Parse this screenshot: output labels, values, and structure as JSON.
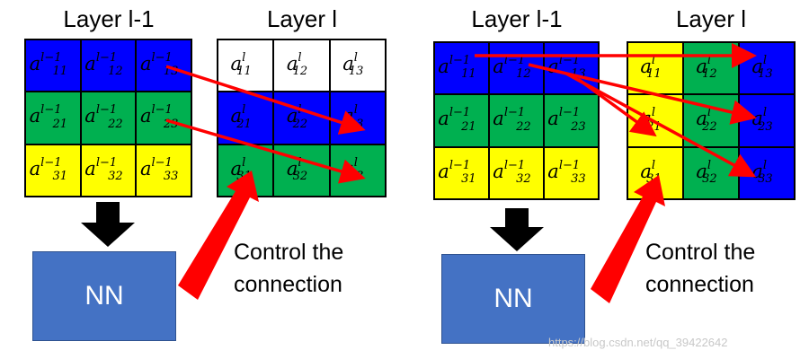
{
  "colors": {
    "blue": "#0000FF",
    "green": "#00B050",
    "yellow": "#FFFF00",
    "white": "#FFFFFF",
    "nn_box": "#4472C4",
    "arrow_red": "#FF0000",
    "arrow_black": "#000000"
  },
  "left_panel": {
    "input_title": "Layer l-1",
    "output_title": "Layer l",
    "input_rows": [
      [
        {
          "base": "a",
          "sup": "l−1",
          "sub": "11",
          "color": "blue"
        },
        {
          "base": "a",
          "sup": "l−1",
          "sub": "12",
          "color": "blue"
        },
        {
          "base": "a",
          "sup": "l−1",
          "sub": "13",
          "color": "blue"
        }
      ],
      [
        {
          "base": "a",
          "sup": "l−1",
          "sub": "21",
          "color": "green"
        },
        {
          "base": "a",
          "sup": "l−1",
          "sub": "22",
          "color": "green"
        },
        {
          "base": "a",
          "sup": "l−1",
          "sub": "23",
          "color": "green"
        }
      ],
      [
        {
          "base": "a",
          "sup": "l−1",
          "sub": "31",
          "color": "yellow"
        },
        {
          "base": "a",
          "sup": "l−1",
          "sub": "32",
          "color": "yellow"
        },
        {
          "base": "a",
          "sup": "l−1",
          "sub": "33",
          "color": "yellow"
        }
      ]
    ],
    "output_rows": [
      [
        {
          "base": "a",
          "sup": "l",
          "sub": "11",
          "color": "white"
        },
        {
          "base": "a",
          "sup": "l",
          "sub": "12",
          "color": "white"
        },
        {
          "base": "a",
          "sup": "l",
          "sub": "13",
          "color": "white"
        }
      ],
      [
        {
          "base": "a",
          "sup": "l",
          "sub": "21",
          "color": "blue"
        },
        {
          "base": "a",
          "sup": "l",
          "sub": "22",
          "color": "blue"
        },
        {
          "base": "a",
          "sup": "l",
          "sub": "23",
          "color": "blue"
        }
      ],
      [
        {
          "base": "a",
          "sup": "l",
          "sub": "31",
          "color": "green"
        },
        {
          "base": "a",
          "sup": "l",
          "sub": "32",
          "color": "green"
        },
        {
          "base": "a",
          "sup": "l",
          "sub": "33",
          "color": "green"
        }
      ]
    ],
    "nn_label": "NN",
    "caption_line1": "Control the",
    "caption_line2": "connection"
  },
  "right_panel": {
    "input_title": "Layer l-1",
    "output_title": "Layer l",
    "input_rows": [
      [
        {
          "base": "a",
          "sup": "l−1",
          "sub": "11",
          "color": "blue"
        },
        {
          "base": "a",
          "sup": "l−1",
          "sub": "12",
          "color": "blue"
        },
        {
          "base": "a",
          "sup": "l−1",
          "sub": "13",
          "color": "blue"
        }
      ],
      [
        {
          "base": "a",
          "sup": "l−1",
          "sub": "21",
          "color": "green"
        },
        {
          "base": "a",
          "sup": "l−1",
          "sub": "22",
          "color": "green"
        },
        {
          "base": "a",
          "sup": "l−1",
          "sub": "23",
          "color": "green"
        }
      ],
      [
        {
          "base": "a",
          "sup": "l−1",
          "sub": "31",
          "color": "yellow"
        },
        {
          "base": "a",
          "sup": "l−1",
          "sub": "32",
          "color": "yellow"
        },
        {
          "base": "a",
          "sup": "l−1",
          "sub": "33",
          "color": "yellow"
        }
      ]
    ],
    "output_rows": [
      [
        {
          "base": "a",
          "sup": "l",
          "sub": "11",
          "color": "yellow"
        },
        {
          "base": "a",
          "sup": "l",
          "sub": "12",
          "color": "green"
        },
        {
          "base": "a",
          "sup": "l",
          "sub": "13",
          "color": "blue"
        }
      ],
      [
        {
          "base": "a",
          "sup": "l",
          "sub": "21",
          "color": "yellow"
        },
        {
          "base": "a",
          "sup": "l",
          "sub": "22",
          "color": "green"
        },
        {
          "base": "a",
          "sup": "l",
          "sub": "23",
          "color": "blue"
        }
      ],
      [
        {
          "base": "a",
          "sup": "l",
          "sub": "31",
          "color": "yellow"
        },
        {
          "base": "a",
          "sup": "l",
          "sub": "32",
          "color": "green"
        },
        {
          "base": "a",
          "sup": "l",
          "sub": "33",
          "color": "blue"
        }
      ]
    ],
    "nn_label": "NN",
    "caption_line1": "Control the",
    "caption_line2": "connection"
  },
  "watermark": "https://blog.csdn.net/qq_39422642"
}
